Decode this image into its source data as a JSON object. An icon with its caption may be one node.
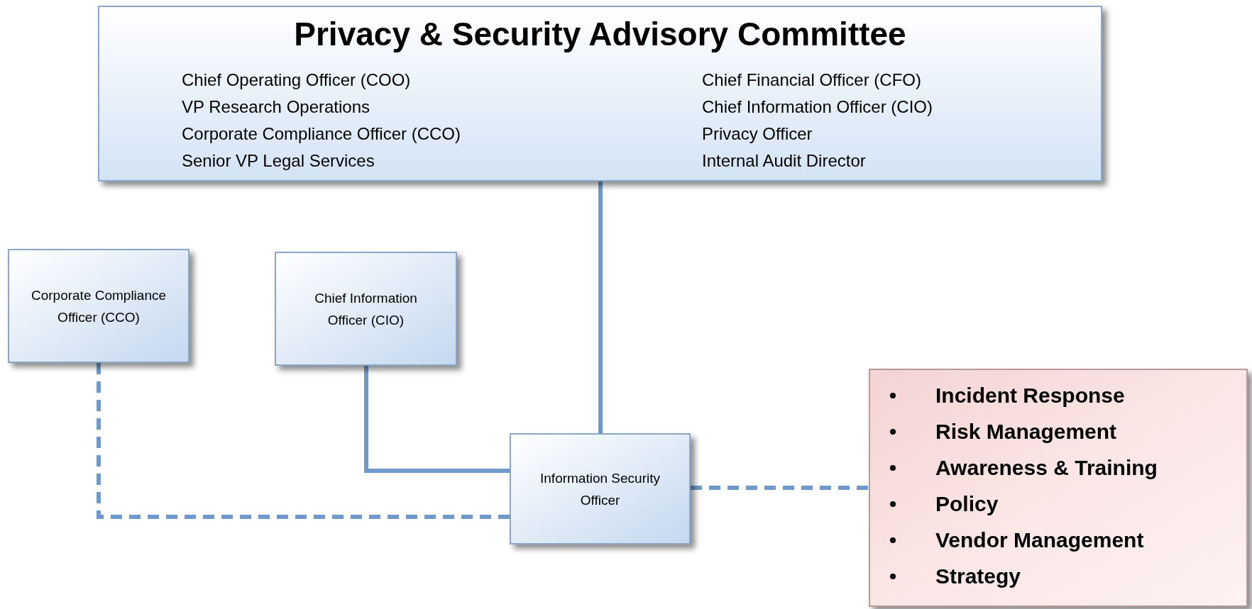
{
  "diagram": {
    "nodes": [
      {
        "text": [
          "Privacy & Security Advisory Committee",
          "Chief Operating Officer (COO)",
          "VP Research Operations",
          "Corporate Compliance Officer (CCO)",
          "Senior VP Legal Services",
          "Chief Financial Officer (CFO)",
          "Chief Information Officer (CIO)",
          "Privacy Officer",
          "Internal Audit Director"
        ]
      },
      {
        "text": [
          "Corporate Compliance Officer (CCO)"
        ]
      },
      {
        "text": [
          "Chief Information Officer (CIO)"
        ]
      },
      {
        "text": [
          "Information Security Officer"
        ]
      },
      {
        "text": [
          "Incident Response",
          "Risk Management",
          "Awareness & Training",
          "Policy",
          "Vendor Management",
          "Strategy"
        ]
      }
    ],
    "edges": [
      {
        "from": 0,
        "to": 3,
        "arrow": "none"
      },
      {
        "from": 2,
        "to": 3,
        "arrow": "none"
      },
      {
        "from": 1,
        "to": 3,
        "arrow": "none",
        "style": "dashed"
      },
      {
        "from": 3,
        "to": 4,
        "arrow": "none",
        "style": "dashed"
      }
    ]
  }
}
